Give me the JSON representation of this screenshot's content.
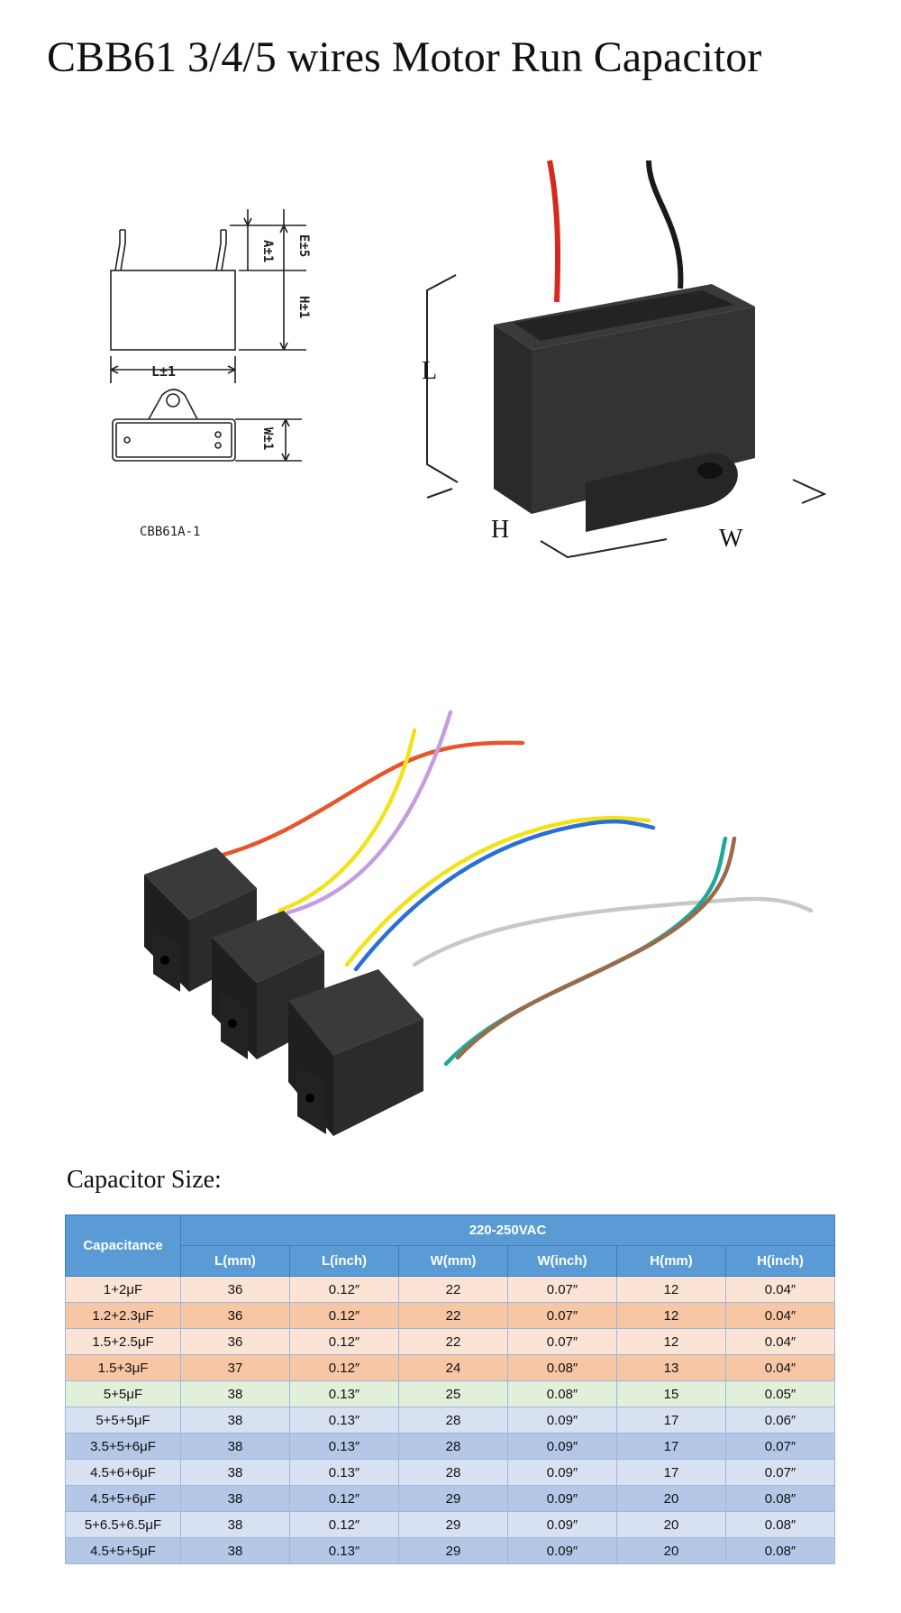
{
  "title": "CBB61 3/4/5 wires Motor Run Capacitor",
  "drawing": {
    "label_l": "L±1",
    "label_a": "A±1",
    "label_e": "E±5",
    "label_h": "H±1",
    "label_w": "W±1",
    "model": "CBB61A-1"
  },
  "photo_dims": {
    "label_l": "L",
    "label_h": "H",
    "label_w": "W"
  },
  "size_section": {
    "title": "Capacitor Size:"
  },
  "table": {
    "capacitance_header": "Capacitance",
    "voltage_header": "220-250VAC",
    "columns": [
      "L(mm)",
      "L(inch)",
      "W(mm)",
      "W(inch)",
      "H(mm)",
      "H(inch)"
    ],
    "rows": [
      {
        "style": "peach-light",
        "cells": [
          "1+2μF",
          "36",
          "0.12″",
          "22",
          "0.07″",
          "12",
          "0.04″"
        ]
      },
      {
        "style": "peach-dark",
        "cells": [
          "1.2+2.3μF",
          "36",
          "0.12″",
          "22",
          "0.07″",
          "12",
          "0.04″"
        ]
      },
      {
        "style": "peach-light",
        "cells": [
          "1.5+2.5μF",
          "36",
          "0.12″",
          "22",
          "0.07″",
          "12",
          "0.04″"
        ]
      },
      {
        "style": "peach-dark",
        "cells": [
          "1.5+3μF",
          "37",
          "0.12″",
          "24",
          "0.08″",
          "13",
          "0.04″"
        ]
      },
      {
        "style": "green",
        "cells": [
          "5+5μF",
          "38",
          "0.13″",
          "25",
          "0.08″",
          "15",
          "0.05″"
        ]
      },
      {
        "style": "blue-light",
        "cells": [
          "5+5+5μF",
          "38",
          "0.13″",
          "28",
          "0.09″",
          "17",
          "0.06″"
        ]
      },
      {
        "style": "blue-dark",
        "cells": [
          "3.5+5+6μF",
          "38",
          "0.13″",
          "28",
          "0.09″",
          "17",
          "0.07″"
        ]
      },
      {
        "style": "blue-light",
        "cells": [
          "4.5+6+6μF",
          "38",
          "0.13″",
          "28",
          "0.09″",
          "17",
          "0.07″"
        ]
      },
      {
        "style": "blue-dark",
        "cells": [
          "4.5+5+6μF",
          "38",
          "0.12″",
          "29",
          "0.09″",
          "20",
          "0.08″"
        ]
      },
      {
        "style": "blue-light",
        "cells": [
          "5+6.5+6.5μF",
          "38",
          "0.12″",
          "29",
          "0.09″",
          "20",
          "0.08″"
        ]
      },
      {
        "style": "blue-dark",
        "cells": [
          "4.5+5+5μF",
          "38",
          "0.13″",
          "29",
          "0.09″",
          "20",
          "0.08″"
        ]
      }
    ]
  }
}
